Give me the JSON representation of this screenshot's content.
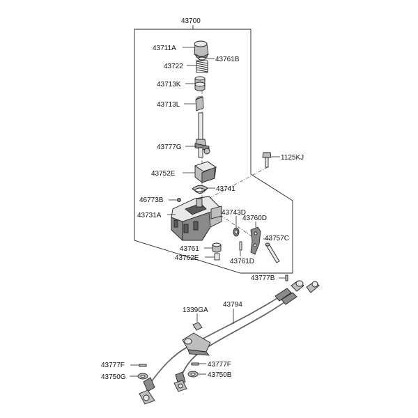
{
  "labels": {
    "p43700": "43700",
    "p43711A": "43711A",
    "p43761B": "43761B",
    "p43722": "43722",
    "p43713K": "43713K",
    "p43713L": "43713L",
    "p43777G": "43777G",
    "p1125KJ": "1125KJ",
    "p43752E": "43752E",
    "p43741": "43741",
    "p46773B": "46773B",
    "p43731A": "43731A",
    "p43743D": "43743D",
    "p43760D": "43760D",
    "p43757C": "43757C",
    "p43761": "43761",
    "p43762E": "43762E",
    "p43761D": "43761D",
    "p43777B": "43777B",
    "p1339GA": "1339GA",
    "p43794": "43794",
    "p43777F_left": "43777F",
    "p43777F_right": "43777F",
    "p43750G": "43750G",
    "p43750B": "43750B"
  }
}
